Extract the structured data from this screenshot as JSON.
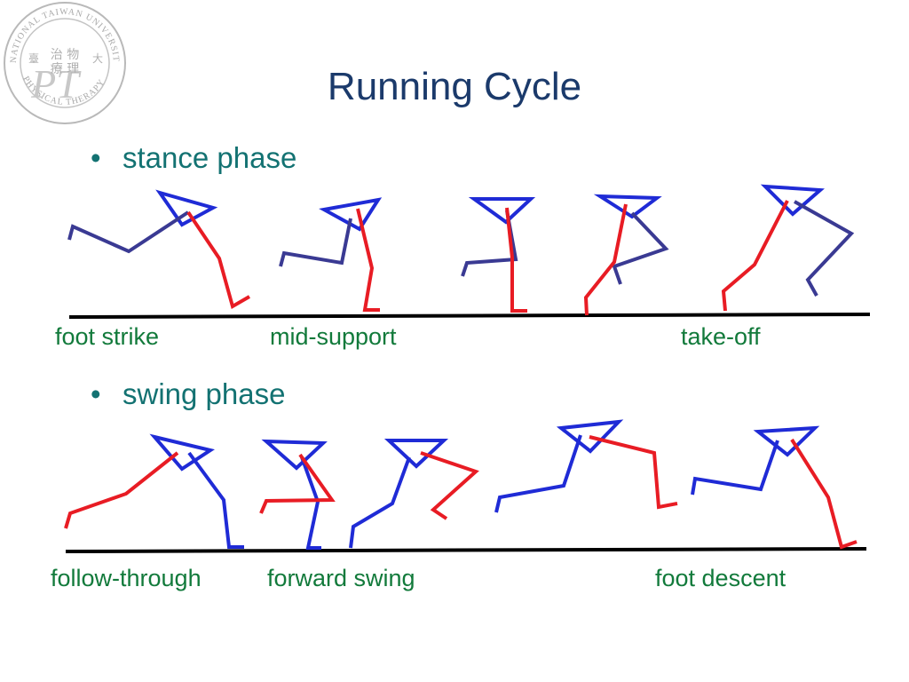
{
  "title": "Running Cycle",
  "bullets": [
    {
      "marker": "•",
      "text": "stance phase"
    },
    {
      "marker": "•",
      "text": "swing phase"
    }
  ],
  "stance_labels": [
    "foot strike",
    "mid-support",
    "take-off"
  ],
  "swing_labels": [
    "follow-through",
    "forward swing",
    "foot descent"
  ],
  "logo": {
    "arc_text": "NATIONAL TAIWAN UNIVERSITY",
    "bottom_text": "PHYSICAL THERAPY",
    "monogram": "PT",
    "chinese": "臺 物 理 治 療 大",
    "description": "seal"
  },
  "colors": {
    "title": "#1b3a6b",
    "bullet_text": "#137272",
    "label_text": "#127a3b",
    "near_leg": "#e81c24",
    "far_leg_stance": "#3a3a93",
    "far_leg_swing": "#1f2bd6",
    "head": "#1f2bd6",
    "ground": "#000000"
  }
}
